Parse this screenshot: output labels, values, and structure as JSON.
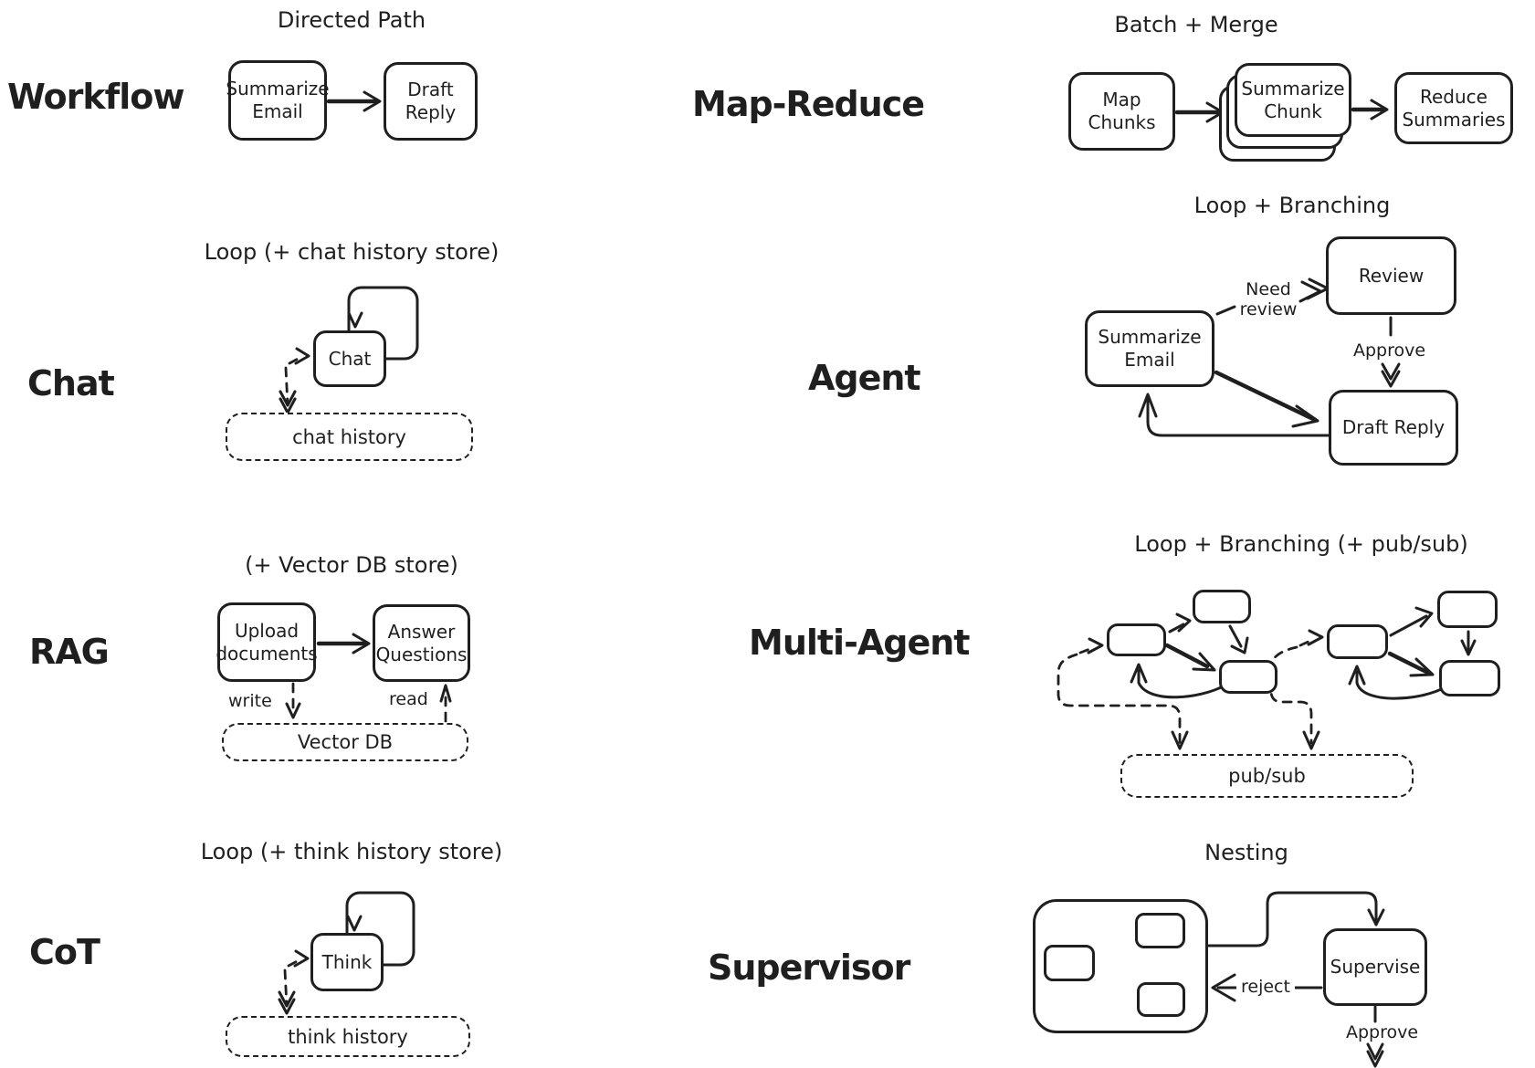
{
  "ink": "#1f1f1f",
  "sections": {
    "workflow": {
      "label": "Workflow",
      "title": "Directed Path",
      "nodes": {
        "summarize_email": "Summarize Email",
        "draft_reply": "Draft Reply"
      }
    },
    "chat": {
      "label": "Chat",
      "title": "Loop (+ chat history store)",
      "node": "Chat",
      "store": "chat history"
    },
    "rag": {
      "label": "RAG",
      "title": "(+ Vector DB store)",
      "nodes": {
        "upload": "Upload documents",
        "answer": "Answer Questions"
      },
      "store": "Vector DB",
      "write_label": "write",
      "read_label": "read"
    },
    "cot": {
      "label": "CoT",
      "title": "Loop (+ think history store)",
      "node": "Think",
      "store": "think history"
    },
    "map_reduce": {
      "label": "Map-Reduce",
      "title": "Batch + Merge",
      "nodes": {
        "map_chunks": "Map Chunks",
        "summarize_chunk": "Summarize Chunk",
        "reduce_summaries": "Reduce Summaries"
      }
    },
    "agent": {
      "label": "Agent",
      "title": "Loop + Branching",
      "nodes": {
        "summarize_email": "Summarize Email",
        "review": "Review",
        "draft_reply": "Draft Reply"
      },
      "need_review_label": "Need review",
      "approve_label": "Approve"
    },
    "multi_agent": {
      "label": "Multi-Agent",
      "title": "Loop + Branching (+ pub/sub)",
      "store": "pub/sub"
    },
    "supervisor": {
      "label": "Supervisor",
      "title": "Nesting",
      "node": "Supervise",
      "reject_label": "reject",
      "approve_label": "Approve"
    }
  }
}
